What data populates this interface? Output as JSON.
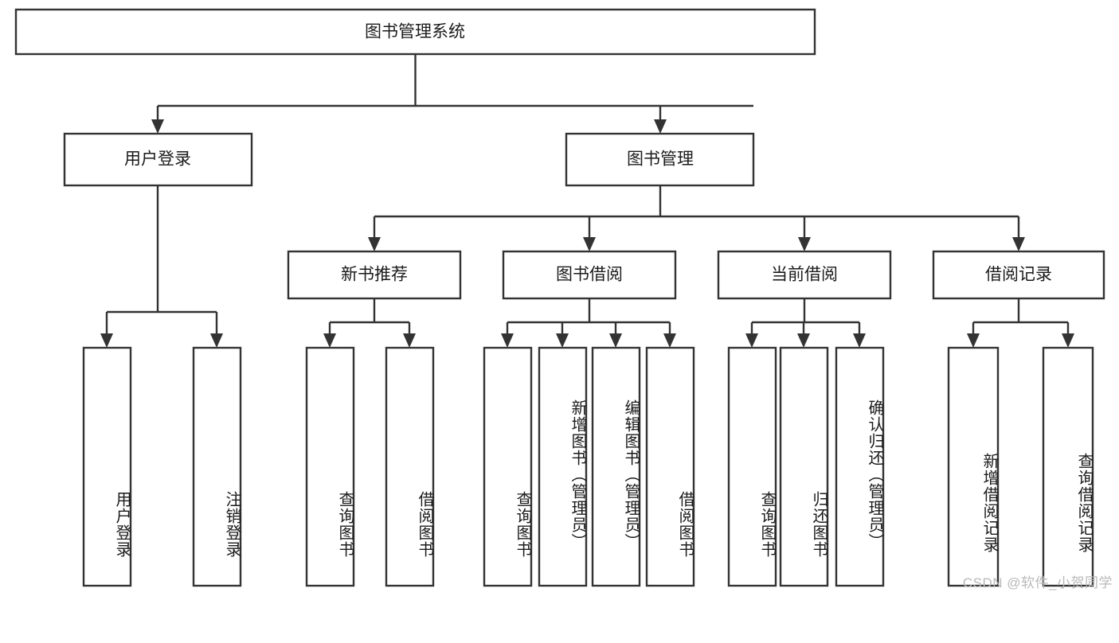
{
  "diagram": {
    "title": "图书管理系统",
    "watermark": "CSDN @软件_小贺同学",
    "colors": {
      "stroke": "#333333",
      "fill": "#ffffff",
      "text": "#1b1b1b",
      "watermark": "#b9b9b9",
      "background": "#ffffff"
    },
    "root": {
      "label": "图书管理系统"
    },
    "level2": [
      {
        "label": "用户登录"
      },
      {
        "label": "图书管理"
      }
    ],
    "level3": [
      {
        "label": "新书推荐"
      },
      {
        "label": "图书借阅"
      },
      {
        "label": "当前借阅"
      },
      {
        "label": "借阅记录"
      }
    ],
    "leaves": {
      "user_login": [
        {
          "label": "用户登录"
        },
        {
          "label": "注销登录"
        }
      ],
      "new_book_recommend": [
        {
          "label": "查询图书"
        },
        {
          "label": "借阅图书"
        }
      ],
      "book_borrow": [
        {
          "label": "查询图书"
        },
        {
          "label": "新增图书（管理员）"
        },
        {
          "label": "编辑图书（管理员）"
        },
        {
          "label": "借阅图书"
        }
      ],
      "current_borrow": [
        {
          "label": "查询图书"
        },
        {
          "label": "归还图书"
        },
        {
          "label": "确认归还（管理员）"
        }
      ],
      "borrow_record": [
        {
          "label": "新增借阅记录"
        },
        {
          "label": "查询借阅记录"
        }
      ]
    }
  },
  "chart_data": {
    "type": "table",
    "title": "图书管理系统",
    "structure": [
      {
        "level": 1,
        "label": "图书管理系统",
        "children": [
          {
            "level": 2,
            "label": "用户登录",
            "children": [
              {
                "level": 3,
                "label": "用户登录"
              },
              {
                "level": 3,
                "label": "注销登录"
              }
            ]
          },
          {
            "level": 2,
            "label": "图书管理",
            "children": [
              {
                "level": 3,
                "label": "新书推荐",
                "children": [
                  {
                    "level": 4,
                    "label": "查询图书"
                  },
                  {
                    "level": 4,
                    "label": "借阅图书"
                  }
                ]
              },
              {
                "level": 3,
                "label": "图书借阅",
                "children": [
                  {
                    "level": 4,
                    "label": "查询图书"
                  },
                  {
                    "level": 4,
                    "label": "新增图书（管理员）"
                  },
                  {
                    "level": 4,
                    "label": "编辑图书（管理员）"
                  },
                  {
                    "level": 4,
                    "label": "借阅图书"
                  }
                ]
              },
              {
                "level": 3,
                "label": "当前借阅",
                "children": [
                  {
                    "level": 4,
                    "label": "查询图书"
                  },
                  {
                    "level": 4,
                    "label": "归还图书"
                  },
                  {
                    "level": 4,
                    "label": "确认归还（管理员）"
                  }
                ]
              },
              {
                "level": 3,
                "label": "借阅记录",
                "children": [
                  {
                    "level": 4,
                    "label": "新增借阅记录"
                  },
                  {
                    "level": 4,
                    "label": "查询借阅记录"
                  }
                ]
              }
            ]
          }
        ]
      }
    ]
  }
}
